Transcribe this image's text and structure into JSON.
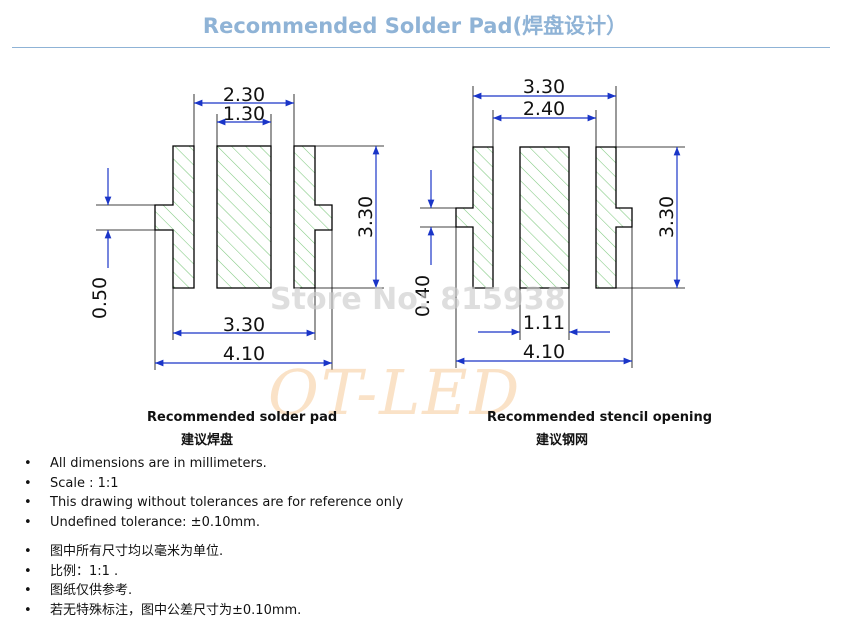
{
  "header": {
    "title": "Recommended Solder Pad(焊盘设计）"
  },
  "diagram_left": {
    "dims": {
      "top_outer": "2.30",
      "top_inner": "1.30",
      "right_height": "3.30",
      "left_gap": "0.50",
      "bottom_inner": "3.30",
      "bottom_outer": "4.10"
    },
    "caption_en": "Recommended solder pad",
    "caption_cn": "建议焊盘"
  },
  "diagram_right": {
    "dims": {
      "top_outer": "3.30",
      "top_inner": "2.40",
      "right_height": "3.30",
      "left_gap": "0.40",
      "bottom_inner": "1.11",
      "bottom_outer": "4.10"
    },
    "caption_en": "Recommended stencil opening",
    "caption_cn": "建议钢网"
  },
  "watermarks": {
    "store": "Store No: 815938",
    "brand": "OT-LED"
  },
  "notes_en": [
    "All dimensions are in millimeters.",
    "Scale : 1:1",
    "This drawing without tolerances are for reference only",
    "Undefined tolerance: ±0.10mm."
  ],
  "notes_cn": [
    "图中所有尺寸均以毫米为单位.",
    "比例：1:1 .",
    "图纸仅供参考.",
    "若无特殊标注，图中公差尺寸为±0.10mm."
  ],
  "colors": {
    "title": "#8fb3d6",
    "hatch": "#7ec87e",
    "dim": "#1a35c8",
    "outline": "#000000"
  }
}
